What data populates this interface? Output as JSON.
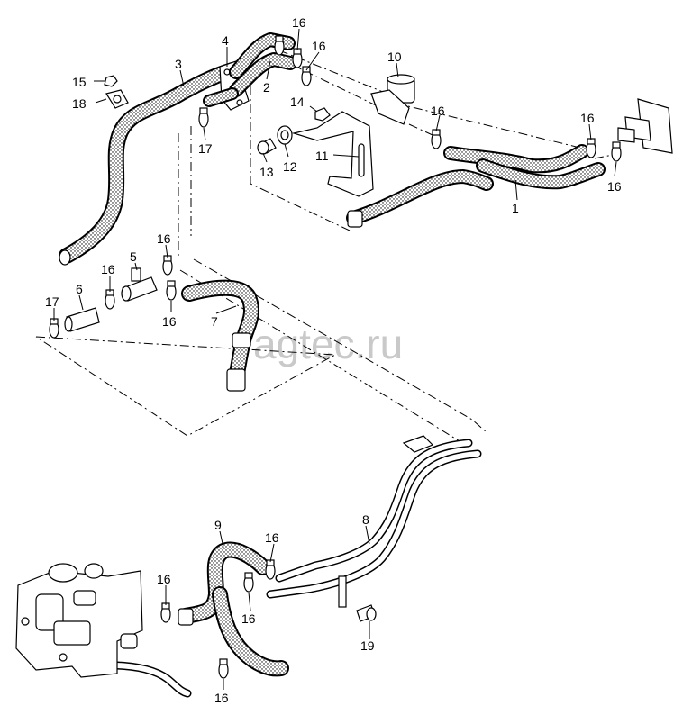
{
  "diagram": {
    "watermark": "vagtec.ru",
    "callouts": {
      "n1": "1",
      "n2": "2",
      "n3": "3",
      "n4": "4",
      "n5": "5",
      "n6": "6",
      "n7": "7",
      "n8": "8",
      "n9": "9",
      "n10": "10",
      "n11": "11",
      "n12": "12",
      "n13": "13",
      "n14": "14",
      "n15": "15",
      "n16": "16",
      "n17": "17",
      "n18": "18",
      "n19": "19"
    }
  }
}
